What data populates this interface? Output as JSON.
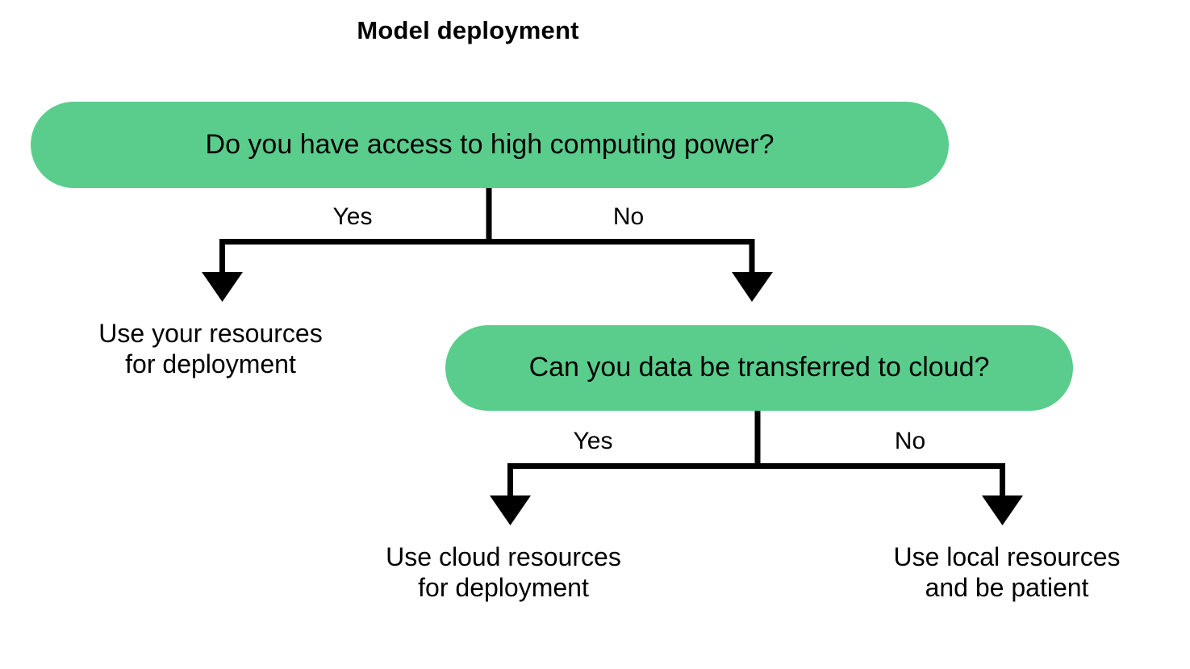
{
  "title": "Model deployment",
  "colors": {
    "node_fill": "#5acd8c",
    "connector": "#000000",
    "text": "#000000",
    "background": "#ffffff"
  },
  "chart_data": {
    "type": "diagram",
    "diagram_kind": "decision-tree-flowchart",
    "title": "Model deployment",
    "nodes": [
      {
        "id": "q1",
        "kind": "decision",
        "text": "Do you have access to high computing power?"
      },
      {
        "id": "leaf_own",
        "kind": "outcome",
        "lines": [
          "Use your resources",
          "for deployment"
        ]
      },
      {
        "id": "q2",
        "kind": "decision",
        "text": "Can you data be transferred to cloud?"
      },
      {
        "id": "leaf_cloud",
        "kind": "outcome",
        "lines": [
          "Use cloud resources",
          "for deployment"
        ]
      },
      {
        "id": "leaf_local",
        "kind": "outcome",
        "lines": [
          "Use local resources",
          "and be patient"
        ]
      }
    ],
    "edges": [
      {
        "from": "q1",
        "to": "leaf_own",
        "label": "Yes"
      },
      {
        "from": "q1",
        "to": "q2",
        "label": "No"
      },
      {
        "from": "q2",
        "to": "leaf_cloud",
        "label": "Yes"
      },
      {
        "from": "q2",
        "to": "leaf_local",
        "label": "No"
      }
    ]
  },
  "nodes": {
    "question1": {
      "text": "Do you have access to high computing power?"
    },
    "question2": {
      "text": "Can you data be transferred to cloud?"
    },
    "outcome_own": {
      "line1": "Use your resources",
      "line2": "for deployment"
    },
    "outcome_cloud": {
      "line1": "Use cloud resources",
      "line2": "for deployment"
    },
    "outcome_local": {
      "line1": "Use local resources",
      "line2": "and be patient"
    }
  },
  "edges": {
    "q1_yes": "Yes",
    "q1_no": "No",
    "q2_yes": "Yes",
    "q2_no": "No"
  }
}
